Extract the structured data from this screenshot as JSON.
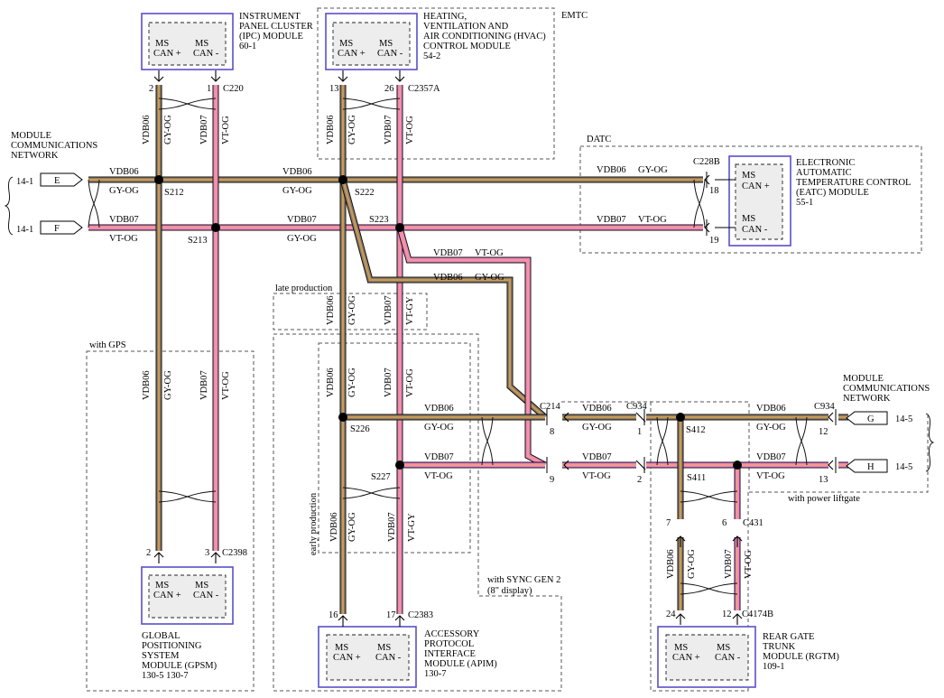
{
  "colors": {
    "gy_og_fill": "#c89a55",
    "gy_og_stripe": "#8a7a68",
    "vt_og_fill": "#ef84c8",
    "vt_og_stripe": "#f0a07a",
    "module_border": "#5a4fc8",
    "module_inner": "#ededed"
  },
  "modules": {
    "ipc": {
      "name_lines": [
        "INSTRUMENT",
        "PANEL CLUSTER",
        "(IPC) MODULE",
        "60-1"
      ],
      "pin_a": "MS",
      "pin_a2": "CAN +",
      "pin_b": "MS",
      "pin_b2": "CAN -"
    },
    "hvac": {
      "name_lines": [
        "HEATING,",
        "VENTILATION AND",
        "AIR CONDITIONING (HVAC)",
        "CONTROL MODULE",
        "54-2"
      ],
      "pin_a": "MS",
      "pin_a2": "CAN +",
      "pin_b": "MS",
      "pin_b2": "CAN -"
    },
    "eatc": {
      "name_lines": [
        "ELECTRONIC",
        "AUTOMATIC",
        "TEMPERATURE CONTROL",
        "(EATC) MODULE",
        "55-1"
      ],
      "pin_a": "MS",
      "pin_a2": "CAN +",
      "pin_b": "MS",
      "pin_b2": "CAN -"
    },
    "gpsm": {
      "name_lines": [
        "GLOBAL",
        "POSITIONING",
        "SYSTEM",
        "MODULE (GPSM)",
        "130-5  130-7"
      ],
      "pin_a": "MS",
      "pin_a2": "CAN +",
      "pin_b": "MS",
      "pin_b2": "CAN -"
    },
    "apim": {
      "name_lines": [
        "ACCESSORY",
        "PROTOCOL",
        "INTERFACE",
        "MODULE (APIM)",
        "130-7"
      ],
      "pin_a": "MS",
      "pin_a2": "CAN +",
      "pin_b": "MS",
      "pin_b2": "CAN -"
    },
    "rgtm": {
      "name_lines": [
        "REAR GATE",
        "TRUNK",
        "MODULE (RGTM)",
        "109-1"
      ],
      "pin_a": "MS",
      "pin_a2": "CAN +",
      "pin_b": "MS",
      "pin_b2": "CAN -"
    }
  },
  "regions": {
    "emtc": "EMTC",
    "datc": "DATC",
    "with_gps": "with GPS",
    "late_production": "late production",
    "early_production": "early production",
    "sync_line1": "with SYNC GEN 2",
    "sync_line2": "(8\" display)",
    "power_liftgate": "with power liftgate"
  },
  "network": {
    "left_title": [
      "MODULE",
      "COMMUNICATIONS",
      "NETWORK"
    ],
    "right_title": [
      "MODULE",
      "COMMUNICATIONS",
      "NETWORK"
    ],
    "arrow_e": "E",
    "arrow_f": "F",
    "arrow_g": "G",
    "arrow_h": "H",
    "ref_e": "14-1",
    "ref_f": "14-1",
    "ref_g": "14-5",
    "ref_h": "14-5"
  },
  "wires": {
    "vdb06": "VDB06",
    "vdb07": "VDB07",
    "gy_og": "GY-OG",
    "vt_og": "VT-OG",
    "vt_gy": "VT-GY"
  },
  "connectors": {
    "c220": "C220",
    "c2357a": "C2357A",
    "c228b": "C228B",
    "c2398": "C2398",
    "c2383": "C2383",
    "c214": "C214",
    "c934a": "C934",
    "c934b": "C934",
    "c431": "C431",
    "c4174b": "C4174B"
  },
  "splices": {
    "s212": "S212",
    "s213": "S213",
    "s222": "S222",
    "s223": "S223",
    "s226": "S226",
    "s227": "S227",
    "s412": "S412",
    "s411": "S411"
  },
  "pins": {
    "ipc_a": "2",
    "ipc_b": "1",
    "hvac_a": "13",
    "hvac_b": "26",
    "eatc_a": "18",
    "eatc_b": "19",
    "gps_a": "2",
    "gps_b": "3",
    "apim_a": "16",
    "apim_b": "17",
    "c214_a": "8",
    "c214_b": "9",
    "c934a_a": "1",
    "c934a_b": "2",
    "c934b_a": "12",
    "c934b_b": "13",
    "c431_a": "7",
    "c431_b": "6",
    "rgtm_a": "24",
    "rgtm_b": "12"
  }
}
